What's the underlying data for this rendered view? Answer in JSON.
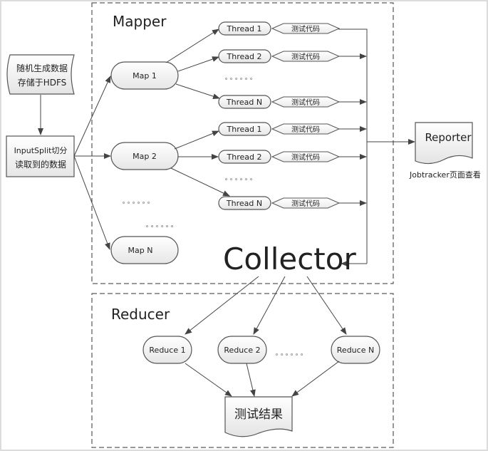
{
  "sections": {
    "mapper": "Mapper",
    "reducer": "Reducer",
    "collector": "Collector"
  },
  "input": {
    "source_line1": "随机生成数据",
    "source_line2": "存储于HDFS",
    "split_line1": "InputSplit切分",
    "split_line2": "读取到的数据"
  },
  "maps": [
    {
      "label": "Map 1"
    },
    {
      "label": "Map 2"
    },
    {
      "label": "Map N"
    }
  ],
  "threads": [
    {
      "label": "Thread 1",
      "code": "测试代码"
    },
    {
      "label": "Thread 2",
      "code": "测试代码"
    },
    {
      "label": "Thread N",
      "code": "测试代码"
    },
    {
      "label": "Thread 1",
      "code": "测试代码"
    },
    {
      "label": "Thread 2",
      "code": "测试代码"
    },
    {
      "label": "Thread N",
      "code": "测试代码"
    }
  ],
  "ellipsis": "。。。。。。",
  "reporter": {
    "label": "Reporter",
    "caption": "Jobtracker页面查看"
  },
  "reduces": [
    {
      "label": "Reduce 1"
    },
    {
      "label": "Reduce 2"
    },
    {
      "label": "Reduce N"
    }
  ],
  "result": {
    "label": "测试结果"
  }
}
